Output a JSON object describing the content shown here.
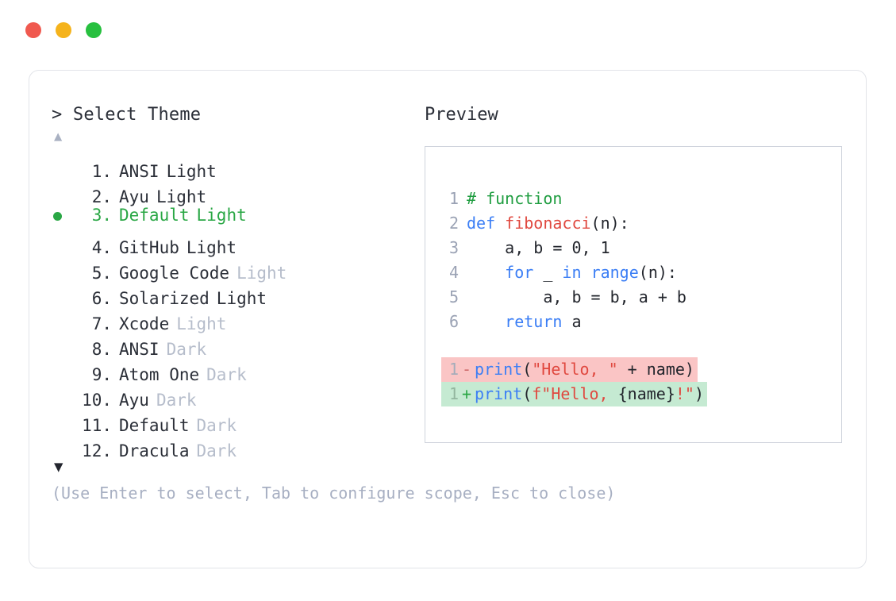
{
  "window": {
    "traffic_lights": [
      {
        "name": "close",
        "color": "#f0594f"
      },
      {
        "name": "minimize",
        "color": "#f5b31c"
      },
      {
        "name": "maximize",
        "color": "#27c03f"
      }
    ]
  },
  "left": {
    "prompt": "> Select Theme",
    "scroll_up_icon": "▲",
    "scroll_down_icon": "▼",
    "selected_index": 3,
    "items": [
      {
        "num": "1.",
        "name": "ANSI",
        "suffix": "Light",
        "suffix_dim": false,
        "selected": false
      },
      {
        "num": "2.",
        "name": "Ayu",
        "suffix": "Light",
        "suffix_dim": false,
        "selected": false
      },
      {
        "num": "3.",
        "name": "Default",
        "suffix": "Light",
        "suffix_dim": false,
        "selected": true
      },
      {
        "num": "4.",
        "name": "GitHub",
        "suffix": "Light",
        "suffix_dim": false,
        "selected": false
      },
      {
        "num": "5.",
        "name": "Google Code",
        "suffix": "Light",
        "suffix_dim": true,
        "selected": false
      },
      {
        "num": "6.",
        "name": "Solarized",
        "suffix": "Light",
        "suffix_dim": false,
        "selected": false
      },
      {
        "num": "7.",
        "name": "Xcode",
        "suffix": "Light",
        "suffix_dim": true,
        "selected": false
      },
      {
        "num": "8.",
        "name": "ANSI",
        "suffix": "Dark",
        "suffix_dim": true,
        "selected": false
      },
      {
        "num": "9.",
        "name": "Atom One",
        "suffix": "Dark",
        "suffix_dim": true,
        "selected": false
      },
      {
        "num": "10.",
        "name": "Ayu",
        "suffix": "Dark",
        "suffix_dim": true,
        "selected": false
      },
      {
        "num": "11.",
        "name": "Default",
        "suffix": "Dark",
        "suffix_dim": true,
        "selected": false
      },
      {
        "num": "12.",
        "name": "Dracula",
        "suffix": "Dark",
        "suffix_dim": true,
        "selected": false
      }
    ]
  },
  "right": {
    "label": "Preview",
    "code_lines": [
      {
        "num": "1",
        "tokens": [
          {
            "text": "# function",
            "cls": "t-comment"
          }
        ]
      },
      {
        "num": "2",
        "tokens": [
          {
            "text": "def ",
            "cls": "t-keyword"
          },
          {
            "text": "fibonacci",
            "cls": "t-fname"
          },
          {
            "text": "(n):",
            "cls": "t-plain"
          }
        ]
      },
      {
        "num": "3",
        "tokens": [
          {
            "text": "    a, b = 0, 1",
            "cls": "t-plain"
          }
        ]
      },
      {
        "num": "4",
        "tokens": [
          {
            "text": "    ",
            "cls": "t-plain"
          },
          {
            "text": "for",
            "cls": "t-keyword"
          },
          {
            "text": " _ ",
            "cls": "t-plain"
          },
          {
            "text": "in",
            "cls": "t-keyword"
          },
          {
            "text": " ",
            "cls": "t-plain"
          },
          {
            "text": "range",
            "cls": "t-builtin"
          },
          {
            "text": "(n):",
            "cls": "t-plain"
          }
        ]
      },
      {
        "num": "5",
        "tokens": [
          {
            "text": "        a, b = b, a + b",
            "cls": "t-plain"
          }
        ]
      },
      {
        "num": "6",
        "tokens": [
          {
            "text": "    ",
            "cls": "t-plain"
          },
          {
            "text": "return",
            "cls": "t-keyword"
          },
          {
            "text": " a",
            "cls": "t-plain"
          }
        ]
      }
    ],
    "diff_lines": [
      {
        "num": "1",
        "marker": "-",
        "kind": "minus",
        "tokens": [
          {
            "text": "print",
            "cls": "t-print"
          },
          {
            "text": "(",
            "cls": "t-plain"
          },
          {
            "text": "\"Hello, \"",
            "cls": "t-string"
          },
          {
            "text": " + name)",
            "cls": "t-plain"
          }
        ]
      },
      {
        "num": "1",
        "marker": "+",
        "kind": "plus",
        "tokens": [
          {
            "text": "print",
            "cls": "t-print"
          },
          {
            "text": "(",
            "cls": "t-plain"
          },
          {
            "text": "f\"Hello, ",
            "cls": "t-string"
          },
          {
            "text": "{name}",
            "cls": "t-plain"
          },
          {
            "text": "!\"",
            "cls": "t-string"
          },
          {
            "text": ")",
            "cls": "t-plain"
          }
        ]
      }
    ]
  },
  "footer": {
    "hint": "(Use Enter to select, Tab to configure scope, Esc to close)"
  }
}
